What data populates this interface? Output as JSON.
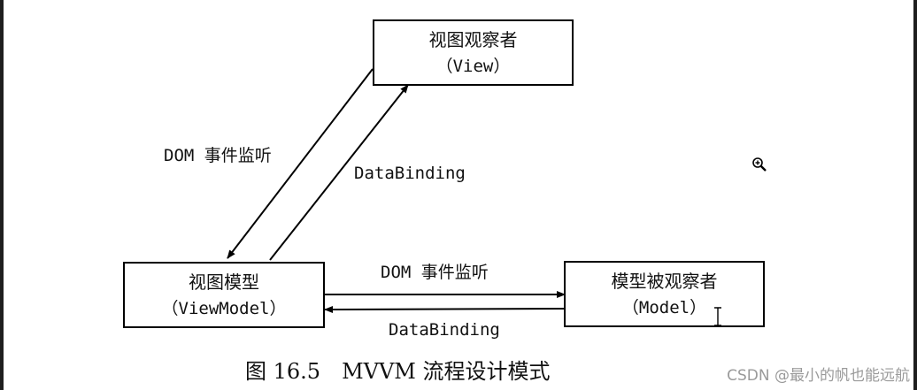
{
  "diagram": {
    "nodes": {
      "view": {
        "title": "视图观察者",
        "subtitle": "（View）"
      },
      "viewmodel": {
        "title": "视图模型",
        "subtitle": "（ViewModel）"
      },
      "model": {
        "title": "模型被观察者",
        "subtitle": "（Model）"
      }
    },
    "edges": {
      "view_to_viewmodel": {
        "label": "DOM 事件监听"
      },
      "viewmodel_to_view": {
        "label": "DataBinding"
      },
      "viewmodel_to_model": {
        "label": "DOM 事件监听"
      },
      "model_to_viewmodel": {
        "label": "DataBinding"
      }
    },
    "caption": "图 16.5　MVVM 流程设计模式"
  },
  "watermark": "CSDN @最小的帆也能远航",
  "icons": {
    "zoom": "zoom-in-icon",
    "cursor": "text-cursor-icon"
  }
}
